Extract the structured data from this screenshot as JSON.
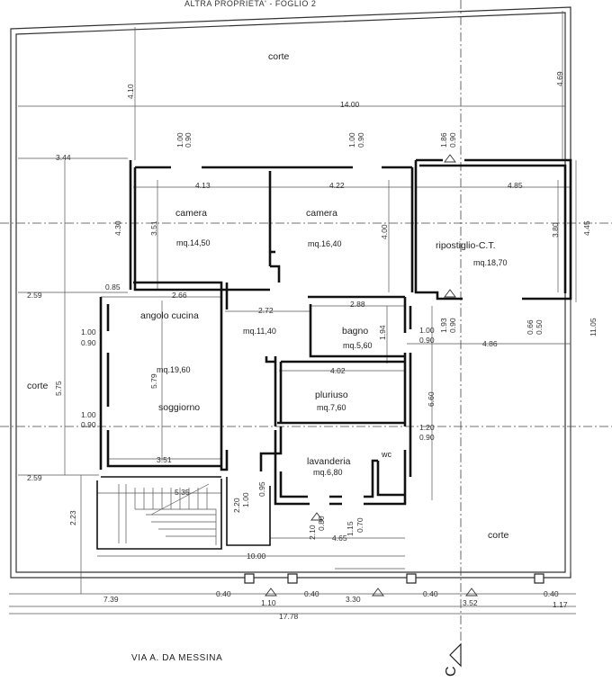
{
  "header_fragment": "ALTRA PROPRIETA' - FOGLIO 2",
  "rooms": [
    {
      "id": "camera-1",
      "name": "camera",
      "area": "mq.14,50"
    },
    {
      "id": "camera-2",
      "name": "camera",
      "area": "mq.16,40"
    },
    {
      "id": "ripostiglio",
      "name": "ripostiglio-C.T.",
      "area": "mq.18,70"
    },
    {
      "id": "angolo-cucina",
      "name": "angolo cucina",
      "area": ""
    },
    {
      "id": "soggiorno",
      "name": "soggiorno",
      "area": "mq.19,60"
    },
    {
      "id": "disimpegno",
      "name": "",
      "area": "mq.11,40"
    },
    {
      "id": "bagno",
      "name": "bagno",
      "area": "mq.5,60"
    },
    {
      "id": "pluriuso",
      "name": "pluriuso",
      "area": "mq.7,60"
    },
    {
      "id": "lavanderia",
      "name": "lavanderia",
      "area": "mq.6,80"
    },
    {
      "id": "wc",
      "name": "wc",
      "area": ""
    }
  ],
  "corte_labels": [
    "corte",
    "corte",
    "corte"
  ],
  "street_name": "VIA A. DA MESSINA",
  "section_mark": "C",
  "dimensions": {
    "overall_width": "14.00",
    "left_offset": "3.44",
    "top_left_height": "4.10",
    "top_right_height": "4.69",
    "camera1_width": "4.13",
    "camera2_width": "4.22",
    "ripostiglio_width": "4.85",
    "camera1_depth": "3.51",
    "camera2_depth": "4.00",
    "ripostiglio_depth": "3.80",
    "right_block_depth": "4.45",
    "left_step": "4.30",
    "small_step": "0.85",
    "left_gap_top": "2.59",
    "cucina_width": "2.66",
    "corridor_width": "2.72",
    "bagno_width": "2.88",
    "pluriuso_width": "4.02",
    "bagno_depth": "1.94",
    "right_wing_width": "4.86",
    "soggiorno_depth": "5.79",
    "left_total": "5.75",
    "soggiorno_bottom": "3.51",
    "left_gap_bottom": "2.59",
    "stair_width": "5.35",
    "lower_left": "2.23",
    "lavanderia_width": "4.65",
    "pluriuso_height": "6.60",
    "right_total": "11.05",
    "ground_width": "10.00",
    "seg_left": "7.39",
    "seg_040_a": "0.40",
    "seg_110": "1.10",
    "seg_040_b": "0.40",
    "seg_330": "3.30",
    "seg_040_c": "0.40",
    "seg_352": "3.52",
    "seg_040_d": "0.40",
    "seg_117": "1.17",
    "total_width": "17.78",
    "step_220": "2.20",
    "step_100": "1.00",
    "step_095": "0.95"
  },
  "openings": [
    {
      "id": "win-camera1",
      "w": "1.00",
      "h": "0.90"
    },
    {
      "id": "win-camera2",
      "w": "1.00",
      "h": "0.90"
    },
    {
      "id": "door-ripostiglio-top",
      "w": "1.86",
      "h": "0.90"
    },
    {
      "id": "win-cucina",
      "w": "1.00",
      "h": "0.90"
    },
    {
      "id": "win-soggiorno",
      "w": "1.00",
      "h": "0.90"
    },
    {
      "id": "door-ripostiglio-bottom",
      "w": "1.93",
      "h": "0.90"
    },
    {
      "id": "win-bagno",
      "w": "1.00",
      "h": "0.90"
    },
    {
      "id": "win-ripostiglio-bottom",
      "w": "0.66",
      "h": "0.50"
    },
    {
      "id": "win-wc",
      "w": "1.20",
      "h": "0.90"
    },
    {
      "id": "door-lavanderia-left",
      "w": "2.10",
      "h": "0.80"
    },
    {
      "id": "door-lavanderia-right",
      "w": "1.15",
      "h": "0.70"
    }
  ]
}
